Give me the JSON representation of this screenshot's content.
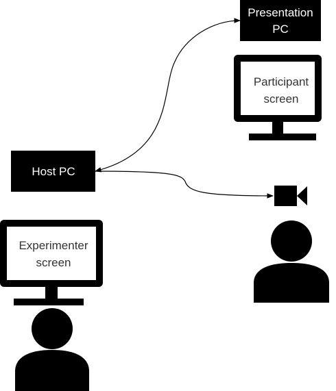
{
  "diagram": {
    "presentation_pc": {
      "line1": "Presentation",
      "line2": "PC"
    },
    "participant_screen": {
      "line1": "Participant",
      "line2": "screen"
    },
    "host_pc": {
      "label": "Host PC"
    },
    "experimenter_screen": {
      "line1": "Experimenter",
      "line2": "screen"
    }
  },
  "colors": {
    "box_fill": "#000000",
    "box_text": "#ffffff",
    "screen_text": "#333333",
    "stroke": "#000000"
  },
  "icons": [
    "monitor-icon",
    "video-camera-icon",
    "person-icon"
  ]
}
